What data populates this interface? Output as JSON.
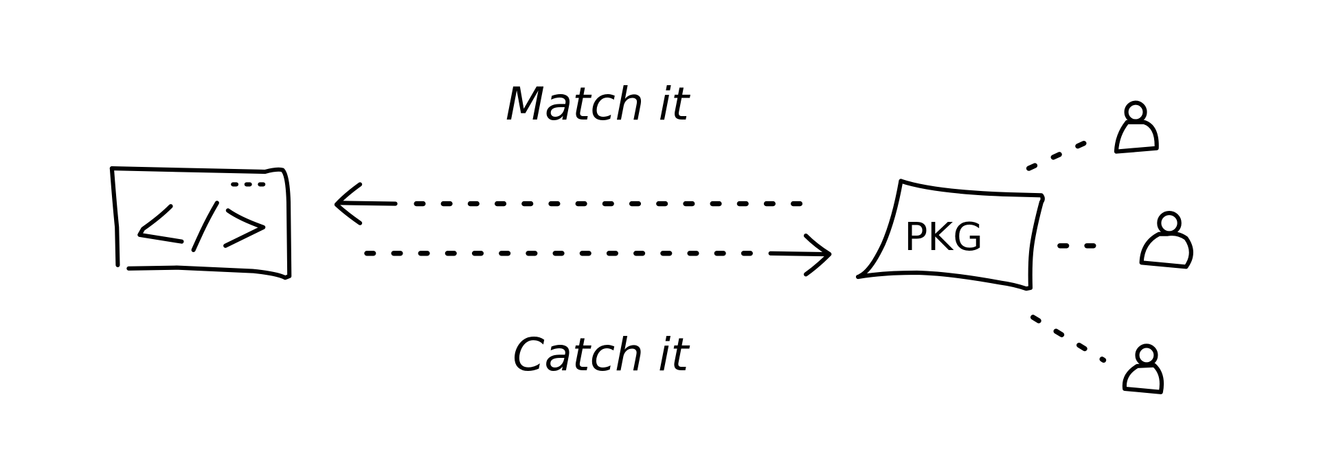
{
  "labels": {
    "top": "Match it",
    "bottom": "Catch it"
  },
  "nodes": {
    "code_window": {
      "icon": "code-window-icon",
      "glyph": "</>"
    },
    "package": {
      "icon": "package-icon",
      "text": "PKG"
    },
    "users": [
      "user-icon",
      "user-icon",
      "user-icon"
    ]
  },
  "colors": {
    "stroke": "#000000",
    "background": "#ffffff"
  }
}
